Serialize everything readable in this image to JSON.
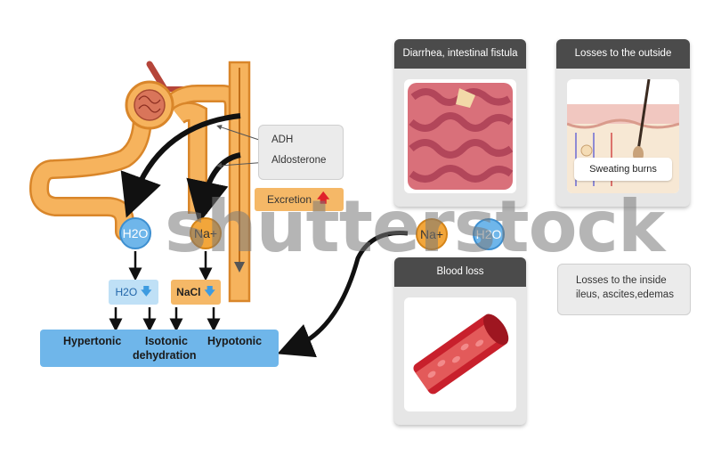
{
  "kidney": {
    "adh_label": "ADH",
    "aldosterone_label": "Aldosterone",
    "excretion_label": "Excretion",
    "h2o_circle": "H2O",
    "na_circle": "Na+",
    "h2o_box": "H2O",
    "nacl_box": "NaCl"
  },
  "result": {
    "hypertonic": "Hypertonic",
    "isotonic": "Isotonic",
    "dehydration": "dehydration",
    "hypotonic": "Hypotonic"
  },
  "cards": {
    "diarrhea_title": "Diarrhea, intestinal fistula",
    "outside_title": "Losses to the outside",
    "sweating_label": "Sweating burns",
    "blood_title": "Blood loss"
  },
  "center": {
    "na_circle": "Na+",
    "h2o_circle": "H2O"
  },
  "inside_losses": {
    "line1": "Losses to the inside",
    "line2": "ileus, ascites,edemas"
  },
  "watermark": "shutterstock",
  "colors": {
    "blue": "#6fb6ea",
    "orange": "#f2a63b",
    "card_header": "#4b4b4b",
    "tubule": "#f6b35d"
  }
}
